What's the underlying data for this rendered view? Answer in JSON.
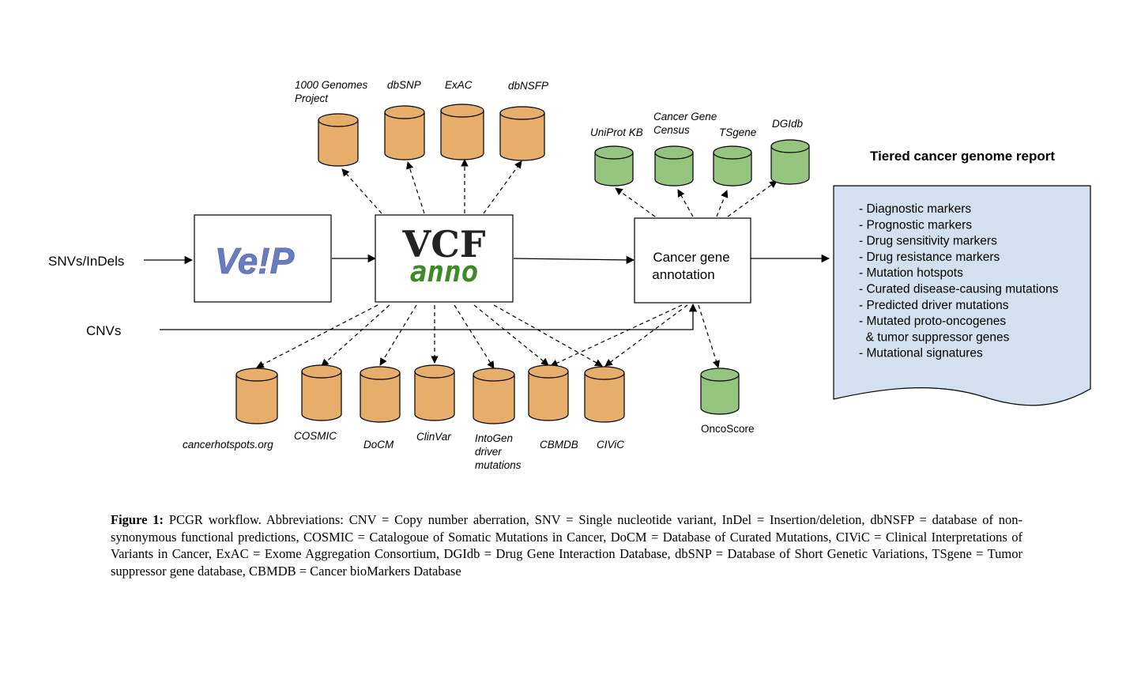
{
  "inputs": {
    "snv": "SNVs/InDels",
    "cnv": "CNVs"
  },
  "tools": {
    "vep_logo": "Ve!P",
    "vcfanno_line1": "VCF",
    "vcfanno_line2": "anno",
    "cancer_annotation_line1": "Cancer gene",
    "cancer_annotation_line2": "annotation"
  },
  "top_databases": [
    {
      "label_lines": [
        "1000 Genomes",
        "Project"
      ]
    },
    {
      "label_lines": [
        "dbSNP"
      ]
    },
    {
      "label_lines": [
        "ExAC"
      ]
    },
    {
      "label_lines": [
        "dbNSFP"
      ]
    }
  ],
  "gene_databases": [
    {
      "label_lines": [
        "UniProt KB"
      ]
    },
    {
      "label_lines": [
        "Cancer Gene",
        "Census"
      ]
    },
    {
      "label_lines": [
        "TSgene"
      ]
    },
    {
      "label_lines": [
        "DGIdb"
      ]
    }
  ],
  "bottom_databases": [
    {
      "label_lines": [
        "cancerhotspots.org"
      ]
    },
    {
      "label_lines": [
        "COSMIC"
      ]
    },
    {
      "label_lines": [
        "DoCM"
      ]
    },
    {
      "label_lines": [
        "ClinVar"
      ]
    },
    {
      "label_lines": [
        "IntoGen",
        "driver",
        "mutations"
      ]
    },
    {
      "label_lines": [
        "CBMDB"
      ]
    },
    {
      "label_lines": [
        "CIViC"
      ]
    }
  ],
  "oncoscore": {
    "label": "OncoScore"
  },
  "report": {
    "title": "Tiered cancer genome report",
    "items": [
      "- Diagnostic markers",
      "- Prognostic markers",
      "- Drug sensitivity markers",
      "- Drug resistance markers",
      "- Mutation hotspots",
      "- Curated disease-causing mutations",
      "- Predicted driver mutations",
      "- Mutated proto-oncogenes",
      "  & tumor suppressor genes",
      "- Mutational signatures"
    ]
  },
  "colors": {
    "orange_db": "#e6ad6b",
    "green_db": "#94c47e",
    "report_fill": "#d3e0f0",
    "vcf_dark": "#222222",
    "anno_green": "#3e8a2a",
    "vep_blue": "#5a6fb8",
    "vep_red": "#c62828"
  },
  "caption": {
    "label": "Figure 1:",
    "text": "PCGR workflow. Abbreviations: CNV = Copy number aberration, SNV = Single nucleotide variant, InDel = Insertion/deletion, dbNSFP = database of non-synonymous functional predictions, COSMIC = Catalogoue of Somatic Mutations in Cancer, DoCM = Database of Curated Mutations, CIViC = Clinical Interpretations of Variants in Cancer, ExAC = Exome Aggregation Consortium, DGIdb = Drug Gene Interaction Database, dbSNP = Database of Short Genetic Variations, TSgene = Tumor suppressor gene database, CBMDB = Cancer bioMarkers Database"
  }
}
